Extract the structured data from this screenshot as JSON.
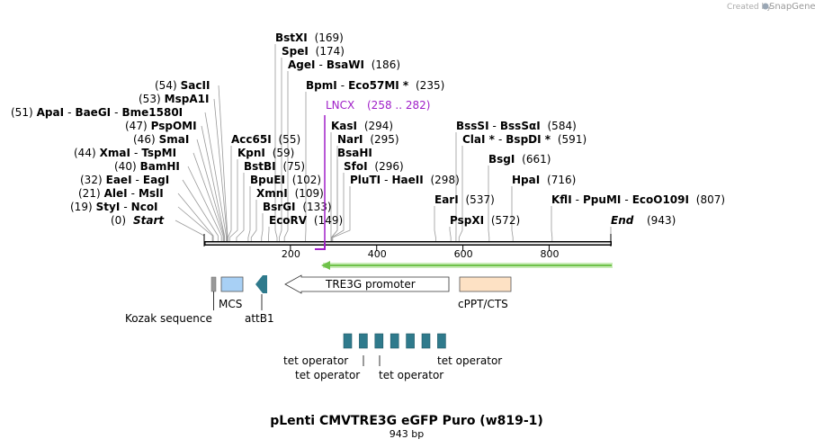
{
  "credit": {
    "text": "Created by",
    "brand": "SnapGene"
  },
  "title": "pLenti CMVTRE3G eGFP Puro (w819-1)",
  "length_label": "943 bp",
  "total_bp": 943,
  "scale_ticks": [
    "200",
    "400",
    "600",
    "800"
  ],
  "scale_tick_values": [
    200,
    400,
    600,
    800
  ],
  "start_label": {
    "pos": "(0)",
    "name": "Start"
  },
  "end_label": {
    "name": "End",
    "pos": "(943)"
  },
  "sites_left": [
    {
      "pos": "(19)",
      "names": [
        "StyI",
        "NcoI"
      ],
      "bp": 19
    },
    {
      "pos": "(21)",
      "names": [
        "AleI",
        "MslI"
      ],
      "bp": 21
    },
    {
      "pos": "(32)",
      "names": [
        "EaeI",
        "EagI"
      ],
      "bp": 32
    },
    {
      "pos": "(40)",
      "names": [
        "BamHI"
      ],
      "bp": 40
    },
    {
      "pos": "(44)",
      "names": [
        "XmaI",
        "TspMI"
      ],
      "bp": 44
    },
    {
      "pos": "(46)",
      "names": [
        "SmaI"
      ],
      "bp": 46
    },
    {
      "pos": "(47)",
      "names": [
        "PspOMI"
      ],
      "bp": 47
    },
    {
      "pos": "(51)",
      "names": [
        "ApaI",
        "BaeGI",
        "Bme1580I"
      ],
      "bp": 51
    },
    {
      "pos": "(53)",
      "names": [
        "MspA1I"
      ],
      "bp": 53
    },
    {
      "pos": "(54)",
      "names": [
        "SacII"
      ],
      "bp": 54
    }
  ],
  "sites_right": [
    {
      "names": [
        "EcoRV"
      ],
      "pos": "(149)",
      "bp": 149
    },
    {
      "names": [
        "BsrGI"
      ],
      "pos": "(133)",
      "bp": 133
    },
    {
      "names": [
        "XmnI"
      ],
      "pos": "(109)",
      "bp": 109
    },
    {
      "names": [
        "BpuEI"
      ],
      "pos": "(102)",
      "bp": 102
    },
    {
      "names": [
        "BstBI"
      ],
      "pos": "(75)",
      "bp": 75
    },
    {
      "names": [
        "KpnI"
      ],
      "pos": "(59)",
      "bp": 59
    },
    {
      "names": [
        "Acc65I"
      ],
      "pos": "(55)",
      "bp": 55
    },
    {
      "names": [
        "AgeI",
        "BsaWI"
      ],
      "pos": "(186)",
      "bp": 186
    },
    {
      "names": [
        "SpeI"
      ],
      "pos": "(174)",
      "bp": 174
    },
    {
      "names": [
        "BstXI"
      ],
      "pos": "(169)",
      "bp": 169
    },
    {
      "names": [
        "BpmI",
        "Eco57MI *"
      ],
      "pos": "(235)",
      "bp": 235
    },
    {
      "names": [
        "KasI"
      ],
      "pos": "(294)",
      "bp": 294
    },
    {
      "names": [
        "NarI"
      ],
      "pos": "(295)",
      "bp": 295
    },
    {
      "names": [
        "BsaHI"
      ],
      "pos": "",
      "bp": 295
    },
    {
      "names": [
        "SfoI"
      ],
      "pos": "(296)",
      "bp": 296
    },
    {
      "names": [
        "PluTI",
        "HaeII"
      ],
      "pos": "(298)",
      "bp": 298
    },
    {
      "names": [
        "EarI"
      ],
      "pos": "(537)",
      "bp": 537
    },
    {
      "names": [
        "PspXI"
      ],
      "pos": "(572)",
      "bp": 572
    },
    {
      "names": [
        "BssSI",
        "BssSαI"
      ],
      "pos": "(584)",
      "bp": 584
    },
    {
      "names": [
        "ClaI *",
        "BspDI *"
      ],
      "pos": "(591)",
      "bp": 591
    },
    {
      "names": [
        "BsgI"
      ],
      "pos": "(661)",
      "bp": 661
    },
    {
      "names": [
        "HpaI"
      ],
      "pos": "(716)",
      "bp": 716
    },
    {
      "names": [
        "KflI",
        "PpuMI",
        "EcoO109I"
      ],
      "pos": "(807)",
      "bp": 807
    }
  ],
  "primer": {
    "name": "LNCX",
    "range": "(258 .. 282)",
    "color": "#a020c8"
  },
  "features": {
    "egfp_arrow_color": "#6fc24a",
    "tre3g": {
      "label": "TRE3G promoter"
    },
    "cppt": {
      "label": "cPPT/CTS",
      "color": "#fde1c4"
    },
    "mcs": {
      "label": "MCS",
      "color": "#a8d0f5"
    },
    "kozak": {
      "label": "Kozak sequence"
    },
    "attb1": {
      "label": "attB1",
      "color": "#2f7a8c"
    },
    "tet_color": "#2f7a8c",
    "tet_labels": [
      "tet operator",
      "tet operator",
      "tet operator",
      "tet operator"
    ]
  }
}
